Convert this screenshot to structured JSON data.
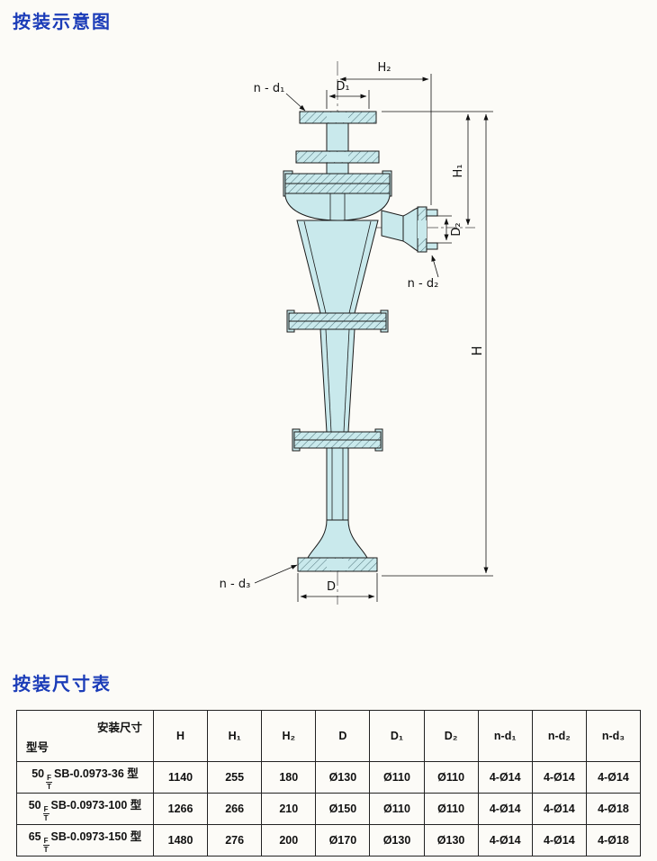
{
  "page": {
    "diagram_title": "按装示意图",
    "table_title": "按装尺寸表",
    "title_color": "#1b3cb8"
  },
  "diagram": {
    "fill_color": "#c9e9ec",
    "labels": {
      "h2": "H₂",
      "d1": "D₁",
      "n_d1": "n - d₁",
      "h1": "H₁",
      "d2": "D₂",
      "n_d2": "n - d₂",
      "h": "H",
      "n_d3": "n - d₃",
      "d": "D"
    }
  },
  "table": {
    "corner_top": "安装尺寸",
    "corner_bottom": "型号",
    "columns": [
      "H",
      "H₁",
      "H₂",
      "D",
      "D₁",
      "D₂",
      "n-d₁",
      "n-d₂",
      "n-d₃"
    ],
    "rows": [
      {
        "model": {
          "num": "50",
          "frac_top": "F",
          "frac_bot": "T",
          "code": "SB-0.0973-36",
          "suffix": "型"
        },
        "values": [
          "1140",
          "255",
          "180",
          "Ø130",
          "Ø110",
          "Ø110",
          "4-Ø14",
          "4-Ø14",
          "4-Ø14"
        ]
      },
      {
        "model": {
          "num": "50",
          "frac_top": "F",
          "frac_bot": "T",
          "code": "SB-0.0973-100",
          "suffix": "型"
        },
        "values": [
          "1266",
          "266",
          "210",
          "Ø150",
          "Ø110",
          "Ø110",
          "4-Ø14",
          "4-Ø14",
          "4-Ø18"
        ]
      },
      {
        "model": {
          "num": "65",
          "frac_top": "F",
          "frac_bot": "T",
          "code": "SB-0.0973-150",
          "suffix": "型"
        },
        "values": [
          "1480",
          "276",
          "200",
          "Ø170",
          "Ø130",
          "Ø130",
          "4-Ø14",
          "4-Ø14",
          "4-Ø18"
        ]
      }
    ]
  }
}
